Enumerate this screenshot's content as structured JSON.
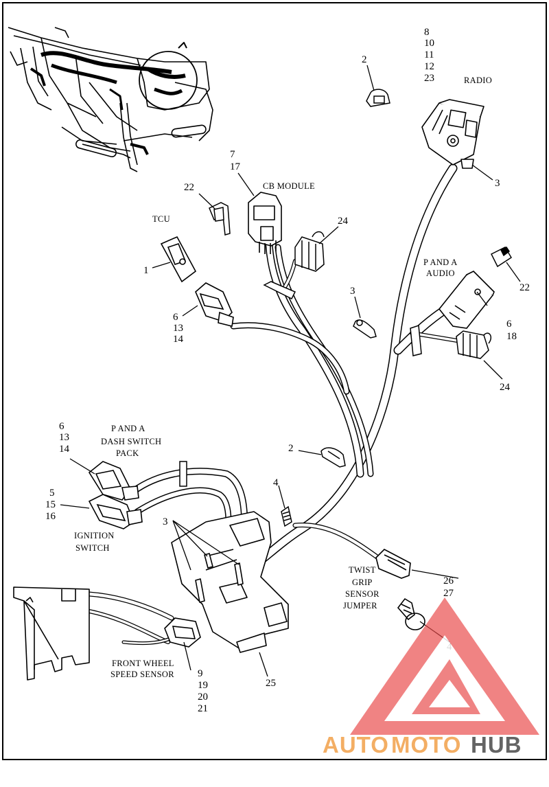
{
  "labels": {
    "radio": "RADIO",
    "radio_refs": [
      "8",
      "10",
      "11",
      "12",
      "23"
    ],
    "radio_clip": "2",
    "radio_tie": "3",
    "cb_module": "CB MODULE",
    "cb_refs": [
      "7",
      "17"
    ],
    "cb_bracket": "22",
    "cb_cap": "24",
    "tcu": "TCU",
    "tcu_ref": "1",
    "tcu_conn_refs": [
      "6",
      "13",
      "14"
    ],
    "mid_tie": "3",
    "pa_audio": [
      "P AND A",
      "AUDIO"
    ],
    "pa_audio_bracket": "22",
    "pa_audio_refs": [
      "6",
      "18"
    ],
    "pa_audio_cap": "24",
    "pa_dash": [
      "P AND A",
      "DASH SWITCH",
      "PACK"
    ],
    "pa_dash_refs": [
      "6",
      "13",
      "14"
    ],
    "ignition": [
      "IGNITION",
      "SWITCH"
    ],
    "ignition_refs": [
      "5",
      "15",
      "16"
    ],
    "lower_clip": "2",
    "anchor_clip": "4",
    "fork_ties": "3",
    "twist_grip": [
      "TWIST",
      "GRIP",
      "SENSOR",
      "JUMPER"
    ],
    "twist_grip_refs": [
      "26",
      "27"
    ],
    "screw_clip": "4",
    "front_wheel": [
      "FRONT WHEEL",
      "SPEED SENSOR"
    ],
    "front_wheel_refs": [
      "9",
      "19",
      "20",
      "21"
    ],
    "harness_cover": "25"
  },
  "watermark": {
    "part1": "AUTO",
    "part2": "MOTO",
    "part3": "HUB",
    "color_accent": "#f2a04a",
    "color_dark": "#4a4a4a",
    "color_logo": "#e84a4a"
  }
}
